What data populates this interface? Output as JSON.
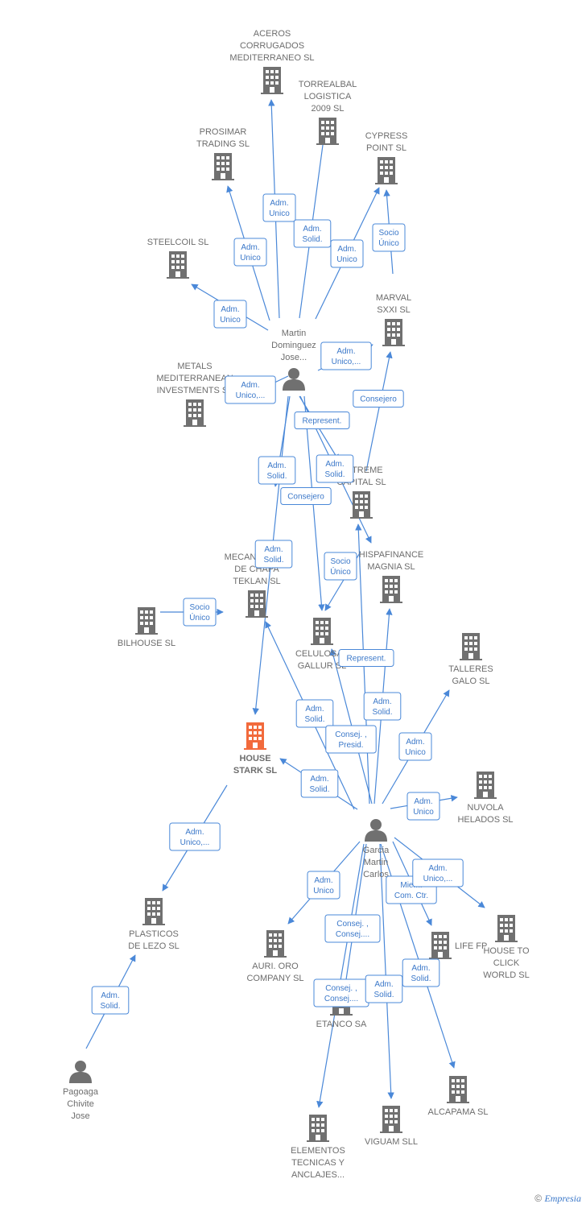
{
  "colors": {
    "edge": "#4a88d8",
    "company": "#707070",
    "focus": "#f26a3c",
    "person": "#707070",
    "label": "#6d6d6d"
  },
  "footer": {
    "copyright": "©",
    "brand": "Empresia"
  },
  "nodes": [
    {
      "id": "aceros",
      "type": "company",
      "label": [
        "ACEROS",
        "CORRUGADOS",
        "MEDITERRANEO SL"
      ]
    },
    {
      "id": "torrealbal",
      "type": "company",
      "label": [
        "TORREALBAL",
        "LOGISTICA",
        "2009 SL"
      ]
    },
    {
      "id": "prosimar",
      "type": "company",
      "label": [
        "PROSIMAR",
        "TRADING  SL"
      ]
    },
    {
      "id": "cypress",
      "type": "company",
      "label": [
        "CYPRESS",
        "POINT  SL"
      ]
    },
    {
      "id": "steelcoil",
      "type": "company",
      "label": [
        "STEELCOIL  SL"
      ]
    },
    {
      "id": "marval",
      "type": "company",
      "label": [
        "MARVAL",
        "SXXI  SL"
      ]
    },
    {
      "id": "martin",
      "type": "person",
      "label": [
        "Martin",
        "Dominguez",
        "Jose..."
      ]
    },
    {
      "id": "metals",
      "type": "company",
      "label": [
        "METALS",
        "MEDITERRANEAN",
        "INVESTMENTS SL"
      ]
    },
    {
      "id": "extreme",
      "type": "company",
      "label": [
        "EXTREME",
        "CAPITAL  SL"
      ]
    },
    {
      "id": "mecanizados",
      "type": "company",
      "label": [
        "MECANIZADOS",
        "DE CHAPA",
        "TEKLAN  SL"
      ]
    },
    {
      "id": "hispafinance",
      "type": "company",
      "label": [
        "HISPAFINANCE",
        "MAGNIA  SL"
      ]
    },
    {
      "id": "bilhouse",
      "type": "company",
      "label": [
        "BILHOUSE  SL"
      ]
    },
    {
      "id": "celulosas",
      "type": "company",
      "label": [
        "CELULOSAS",
        "GALLUR SL"
      ]
    },
    {
      "id": "talleres",
      "type": "company",
      "label": [
        "TALLERES",
        "GALO SL"
      ]
    },
    {
      "id": "housestark",
      "type": "focus",
      "label": [
        "HOUSE",
        "STARK  SL"
      ]
    },
    {
      "id": "nuvola",
      "type": "company",
      "label": [
        "NUVOLA",
        "HELADOS SL"
      ]
    },
    {
      "id": "garcia",
      "type": "person",
      "label": [
        "Garcia",
        "Martin",
        "Carlos"
      ]
    },
    {
      "id": "plasticos",
      "type": "company",
      "label": [
        "PLASTICOS",
        "DE LEZO  SL"
      ]
    },
    {
      "id": "auri",
      "type": "company",
      "label": [
        "AURI.  ORO",
        "COMPANY SL"
      ]
    },
    {
      "id": "lifefp",
      "type": "company",
      "label": [
        "LIFE FP"
      ]
    },
    {
      "id": "housetoclick",
      "type": "company",
      "label": [
        "HOUSE TO",
        "CLICK",
        "WORLD SL"
      ]
    },
    {
      "id": "etanco",
      "type": "company",
      "label": [
        "ETANCO SA"
      ]
    },
    {
      "id": "pagoaga",
      "type": "person",
      "label": [
        "Pagoaga",
        "Chivite",
        "Jose"
      ]
    },
    {
      "id": "alcapama",
      "type": "company",
      "label": [
        "ALCAPAMA SL"
      ]
    },
    {
      "id": "viguam",
      "type": "company",
      "label": [
        "VIGUAM  SLL"
      ]
    },
    {
      "id": "elementos",
      "type": "company",
      "label": [
        "ELEMENTOS",
        "TECNICAS Y",
        "ANCLAJES..."
      ]
    }
  ],
  "edges": [
    {
      "id": "e1",
      "label": [
        "Adm.",
        "Unico"
      ]
    },
    {
      "id": "e2",
      "label": [
        "Adm.",
        "Solid."
      ]
    },
    {
      "id": "e3",
      "label": [
        "Adm.",
        "Unico"
      ]
    },
    {
      "id": "e4",
      "label": [
        "Adm.",
        "Unico"
      ]
    },
    {
      "id": "e5",
      "label": [
        "Socio",
        "Único"
      ]
    },
    {
      "id": "e6",
      "label": [
        "Adm.",
        "Unico"
      ]
    },
    {
      "id": "e7",
      "label": [
        "Adm.",
        "Unico,..."
      ]
    },
    {
      "id": "e8",
      "label": [
        "Adm.",
        "Unico,..."
      ]
    },
    {
      "id": "e9",
      "label": [
        "Consejero"
      ]
    },
    {
      "id": "e10",
      "label": [
        "Represent."
      ]
    },
    {
      "id": "e11",
      "label": [
        "Adm.",
        "Solid."
      ]
    },
    {
      "id": "e12",
      "label": [
        "Adm.",
        "Solid."
      ]
    },
    {
      "id": "e13",
      "label": [
        "Consejero"
      ]
    },
    {
      "id": "e14",
      "label": [
        "Adm.",
        "Solid."
      ]
    },
    {
      "id": "e15",
      "label": [
        "Socio",
        "Único"
      ]
    },
    {
      "id": "e16",
      "label": [
        "Socio",
        "Único"
      ]
    },
    {
      "id": "e17",
      "label": [
        "Represent."
      ]
    },
    {
      "id": "e18",
      "label": [
        "Adm.",
        "Solid."
      ]
    },
    {
      "id": "e19",
      "label": [
        "Adm.",
        "Solid."
      ]
    },
    {
      "id": "e20",
      "label": [
        "Consej. ,",
        "Presid."
      ]
    },
    {
      "id": "e21",
      "label": [
        "Adm.",
        "Unico"
      ]
    },
    {
      "id": "e22",
      "label": [
        "Adm.",
        "Solid."
      ]
    },
    {
      "id": "e23",
      "label": [
        "Adm.",
        "Unico"
      ]
    },
    {
      "id": "e24",
      "label": [
        "Adm.",
        "Unico,..."
      ]
    },
    {
      "id": "e25",
      "label": [
        "Adm.",
        "Unico"
      ]
    },
    {
      "id": "e26",
      "label": [
        "Miem.",
        "Com. Ctr."
      ]
    },
    {
      "id": "e27",
      "label": [
        "Adm.",
        "Unico,..."
      ]
    },
    {
      "id": "e28",
      "label": [
        "Consej. ,",
        "Consej...."
      ]
    },
    {
      "id": "e29",
      "label": [
        "Adm.",
        "Solid."
      ]
    },
    {
      "id": "e30",
      "label": [
        "Consej. ,",
        "Consej...."
      ]
    },
    {
      "id": "e31",
      "label": [
        "Adm.",
        "Solid."
      ]
    },
    {
      "id": "e32",
      "label": [
        "Adm.",
        "Solid."
      ]
    }
  ]
}
